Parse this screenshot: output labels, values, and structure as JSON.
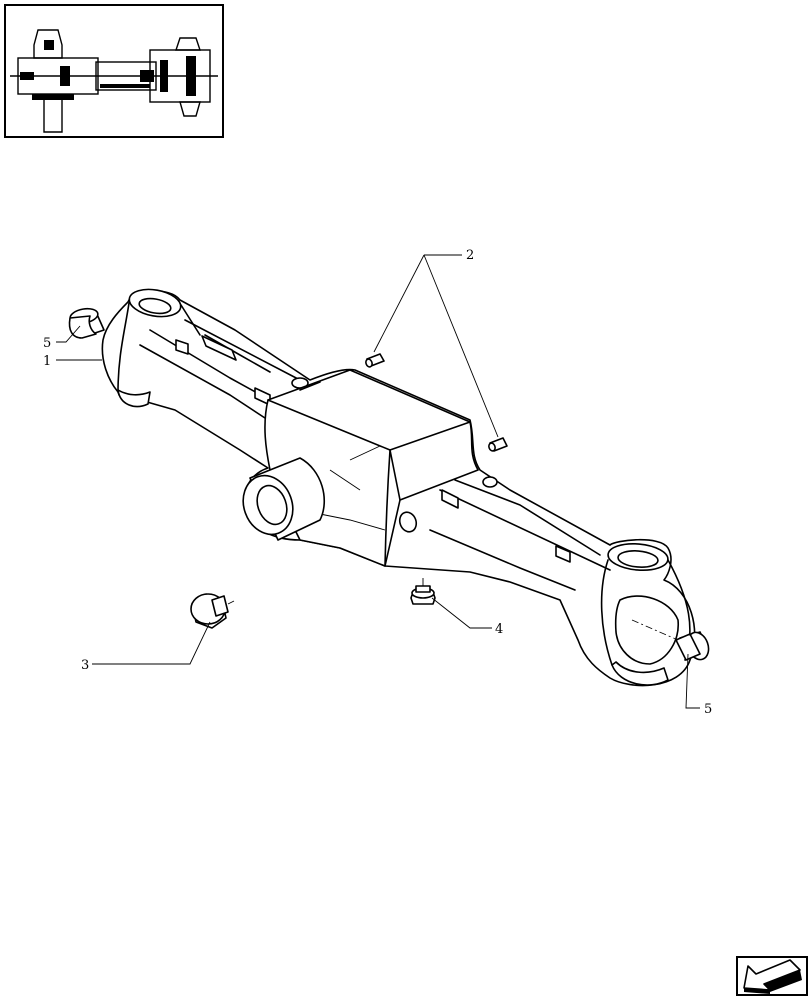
{
  "callouts": {
    "part_1": "1",
    "part_2": "2",
    "part_3": "3",
    "part_4": "4",
    "part_5_left": "5",
    "part_5_right": "5"
  },
  "icons": {
    "thumbnail": "axle-assembly-thumbnail",
    "navigation": "previous-page-arrow-icon"
  },
  "colors": {
    "ink": "#000000",
    "background": "#ffffff"
  }
}
